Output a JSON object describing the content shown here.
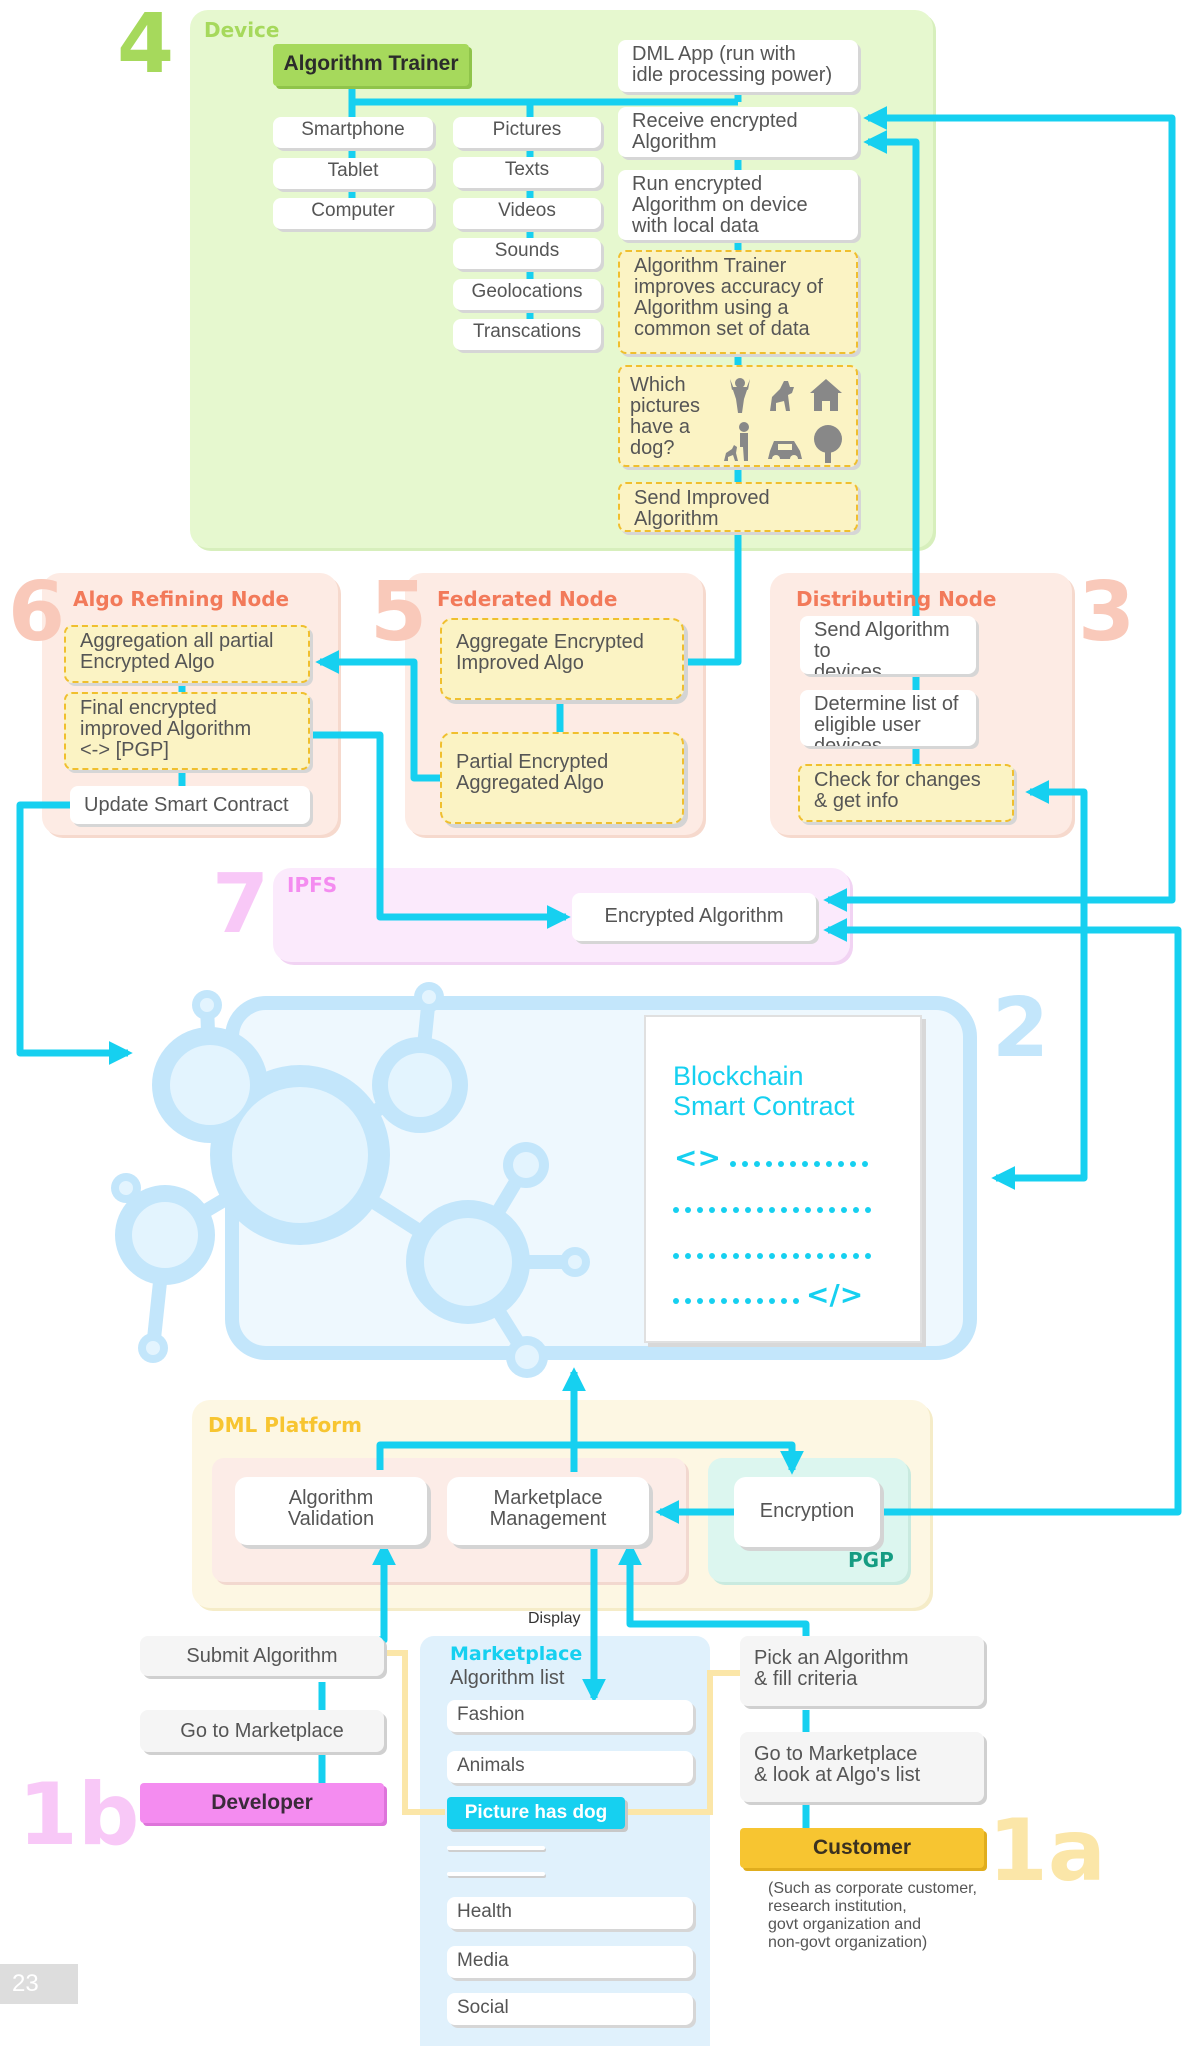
{
  "regions": {
    "device": {
      "title": "Device",
      "number": "4"
    },
    "algo_refining": {
      "title": "Algo Refining Node",
      "number": "6"
    },
    "federated": {
      "title": "Federated Node",
      "number": "5"
    },
    "distributing": {
      "title": "Distributing Node",
      "number": "3"
    },
    "ipfs": {
      "title": "IPFS",
      "number": "7"
    },
    "blockchain": {
      "number": "2"
    },
    "dml_platform": {
      "title": "DML Platform"
    },
    "pgp": {
      "title": "PGP"
    }
  },
  "device": {
    "trainer_label": "Algorithm Trainer",
    "device_types": [
      "Smartphone",
      "Tablet",
      "Computer"
    ],
    "data_types": [
      "Pictures",
      "Texts",
      "Videos",
      "Sounds",
      "Geolocations",
      "Transcations"
    ],
    "steps": [
      "DML App (run with\nidle processing power)",
      "Receive encrypted\nAlgorithm",
      "Run encrypted\nAlgorithm on device\nwith local data",
      "Algorithm Trainer\nimproves accuracy of\nAlgorithm using a\ncommon set of data",
      "Which\npictures\nhave a\ndog?",
      "Send Improved\nAlgorithm"
    ],
    "icons": [
      "person-icon",
      "dog-icon",
      "house-icon",
      "person-with-dog-icon",
      "car-icon",
      "tree-icon"
    ]
  },
  "algo_refining": {
    "box1": "Aggregation all partial\nEncrypted Algo",
    "box2": "Final encrypted\nimproved Algorithm\n<-> [PGP]",
    "box3": "Update Smart Contract"
  },
  "federated": {
    "box1": "Aggregate Encrypted\nImproved Algo",
    "box2": "Partial Encrypted\nAggregated Algo"
  },
  "distributing": {
    "box1": "Send Algorithm to\ndevices",
    "box2": "Determine list of\neligible user devices",
    "box3": "Check for changes\n& get info"
  },
  "ipfs": {
    "box": "Encrypted Algorithm"
  },
  "blockchain": {
    "doc_title": "Blockchain\nSmart Contract",
    "code_open": "<>",
    "code_close": "</>"
  },
  "dml_platform": {
    "algorithm_validation": "Algorithm\nValidation",
    "marketplace_management": "Marketplace\nManagement",
    "encryption": "Encryption",
    "display_label": "Display"
  },
  "developer": {
    "label": "Developer",
    "number": "1b",
    "submit": "Submit Algorithm",
    "go_marketplace": "Go to Marketplace"
  },
  "marketplace": {
    "title": "Marketplace",
    "subtitle": "Algorithm list",
    "categories": [
      "Fashion",
      "Animals"
    ],
    "highlight": "Picture has dog",
    "categories_bottom": [
      "Health",
      "Media",
      "Social"
    ]
  },
  "customer": {
    "label": "Customer",
    "number": "1a",
    "pick": "Pick an Algorithm\n& fill criteria",
    "go_marketplace": "Go to Marketplace\n& look at Algo's list",
    "caption": "(Such as corporate customer,\nresearch institution,\ngovt organization and\nnon-govt organization)"
  },
  "page_number": "23",
  "colors": {
    "arrow": "#16d0f0",
    "device_bg": "#e6f8cf",
    "node_bg": "#fdebe4",
    "ipfs_bg": "#fbeafc",
    "platform_bg": "#fdf7e3",
    "pgp_bg": "#dcf6ef",
    "network": "#c3e6fb",
    "developer": "#f48cf0",
    "customer": "#f7c531",
    "link_yellow": "#fbe6a8"
  }
}
